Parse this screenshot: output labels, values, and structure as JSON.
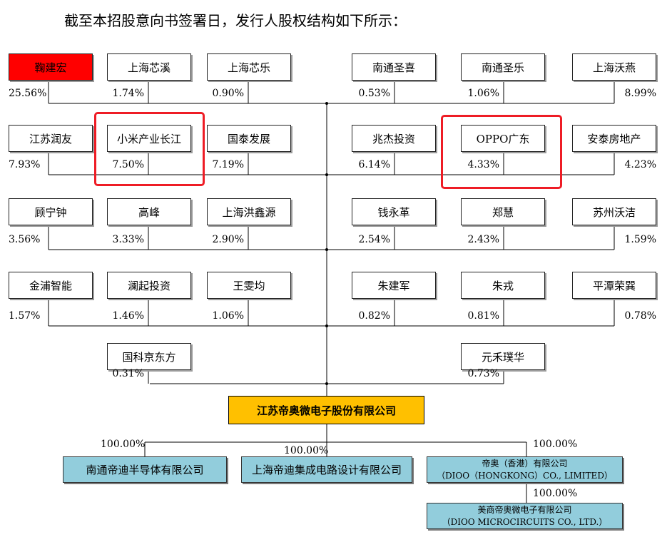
{
  "intro": "截至本招股意向书签署日，发行人股权结构如下所示：",
  "colors": {
    "founder": "#ff0000",
    "issuer": "#ffc000",
    "subsidiary": "#92cddc",
    "highlight": "#ee1c25"
  },
  "shareholders": [
    {
      "name": "鞠建宏",
      "pct": "25.56%"
    },
    {
      "name": "上海芯溪",
      "pct": "1.74%"
    },
    {
      "name": "上海芯乐",
      "pct": "0.90%"
    },
    {
      "name": "南通圣喜",
      "pct": "0.53%"
    },
    {
      "name": "南通圣乐",
      "pct": "1.06%"
    },
    {
      "name": "上海沃燕",
      "pct": "8.99%"
    },
    {
      "name": "江苏润友",
      "pct": "7.93%"
    },
    {
      "name": "小米产业长江",
      "pct": "7.50%"
    },
    {
      "name": "国泰发展",
      "pct": "7.19%"
    },
    {
      "name": "兆杰投资",
      "pct": "6.14%"
    },
    {
      "name": "OPPO广东",
      "pct": "4.33%"
    },
    {
      "name": "安泰房地产",
      "pct": "4.23%"
    },
    {
      "name": "顾宁钟",
      "pct": "3.56%"
    },
    {
      "name": "高峰",
      "pct": "3.33%"
    },
    {
      "name": "上海洪鑫源",
      "pct": "2.90%"
    },
    {
      "name": "钱永革",
      "pct": "2.54%"
    },
    {
      "name": "郑慧",
      "pct": "2.43%"
    },
    {
      "name": "苏州沃洁",
      "pct": "1.59%"
    },
    {
      "name": "金浦智能",
      "pct": "1.57%"
    },
    {
      "name": "澜起投资",
      "pct": "1.46%"
    },
    {
      "name": "王雯均",
      "pct": "1.06%"
    },
    {
      "name": "朱建军",
      "pct": "0.82%"
    },
    {
      "name": "朱戎",
      "pct": "0.81%"
    },
    {
      "name": "平潭荣巽",
      "pct": "0.78%"
    },
    {
      "name": "国科京东方",
      "pct": "0.31%"
    },
    {
      "name": "元禾璞华",
      "pct": "0.73%"
    }
  ],
  "issuer": "江苏帝奥微电子股份有限公司",
  "subsidiaries": [
    {
      "name": "南通帝迪半导体有限公司",
      "pct": "100.00%"
    },
    {
      "name": "上海帝迪集成电路设计有限公司",
      "pct": "100.00%"
    },
    {
      "name": "帝奥（香港）有限公司",
      "name_en": "（DIOO（HONGKONG）CO., LIMITED）",
      "pct": "100.00%"
    }
  ],
  "sub_subsidiary": {
    "name": "美商帝奥微电子有限公司",
    "name_en": "（DIOO MICROCIRCUITS CO., LTD.）",
    "pct": "100.00%"
  }
}
